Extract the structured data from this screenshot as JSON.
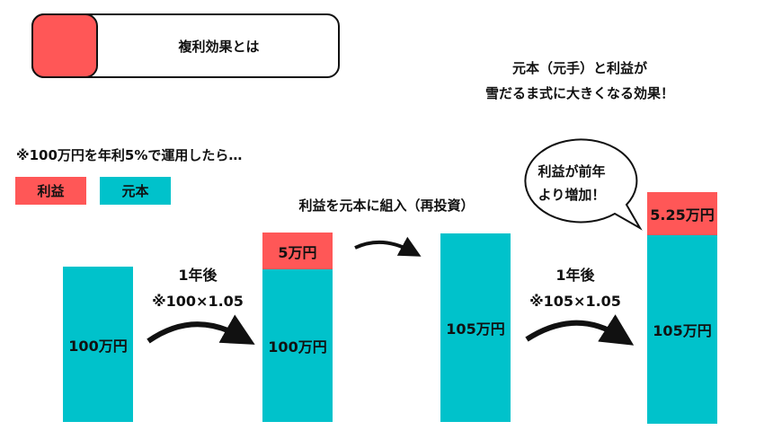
{
  "title": "複利効果とは",
  "headline": [
    "元本（元手）と利益が",
    "雪だるま式に大きくなる効果！"
  ],
  "condition": "※100万円を年利5%で運用したら…",
  "legend": {
    "profit": "利益",
    "principal": "元本"
  },
  "colors": {
    "profit": "#FF5757",
    "principal": "#00C2CB"
  },
  "reinvest_label": "利益を元本に組入（再投資）",
  "step1": {
    "line1": "1年後",
    "line2": "※100×1.05"
  },
  "step2": {
    "line1": "1年後",
    "line2": "※105×1.05"
  },
  "bubble": [
    "利益が前年",
    "より増加！"
  ],
  "bars": {
    "b1": {
      "principal": "100万円"
    },
    "b2": {
      "profit": "5万円",
      "principal": "100万円"
    },
    "b3": {
      "principal": "105万円"
    },
    "b4": {
      "profit": "5.25万円",
      "principal": "105万円"
    }
  }
}
